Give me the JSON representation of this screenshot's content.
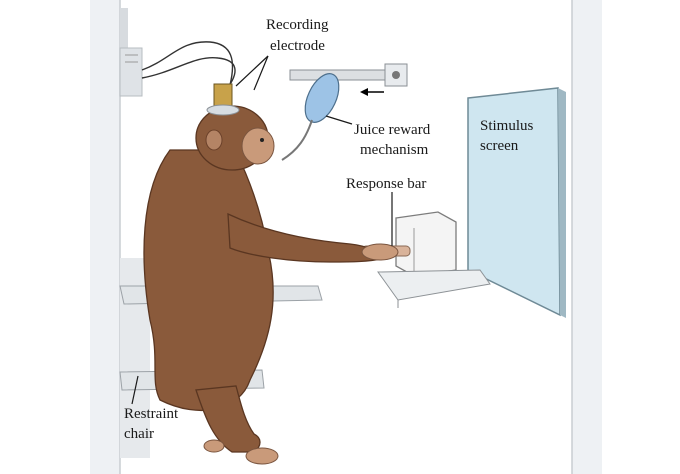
{
  "labels": {
    "electrode_line1": "Recording",
    "electrode_line2": "electrode",
    "juice_line1": "Juice reward",
    "juice_line2": "mechanism",
    "screen_line1": "Stimulus",
    "screen_line2": "screen",
    "response_bar": "Response bar",
    "chair_line1": "Restraint",
    "chair_line2": "chair"
  },
  "colors": {
    "fur": "#8a5a3b",
    "fur_dark": "#6b412a",
    "skin": "#c99a7a",
    "screen": "#cfe6f0",
    "frame": "#e4e8ec",
    "bottle": "#9dc3e6"
  }
}
